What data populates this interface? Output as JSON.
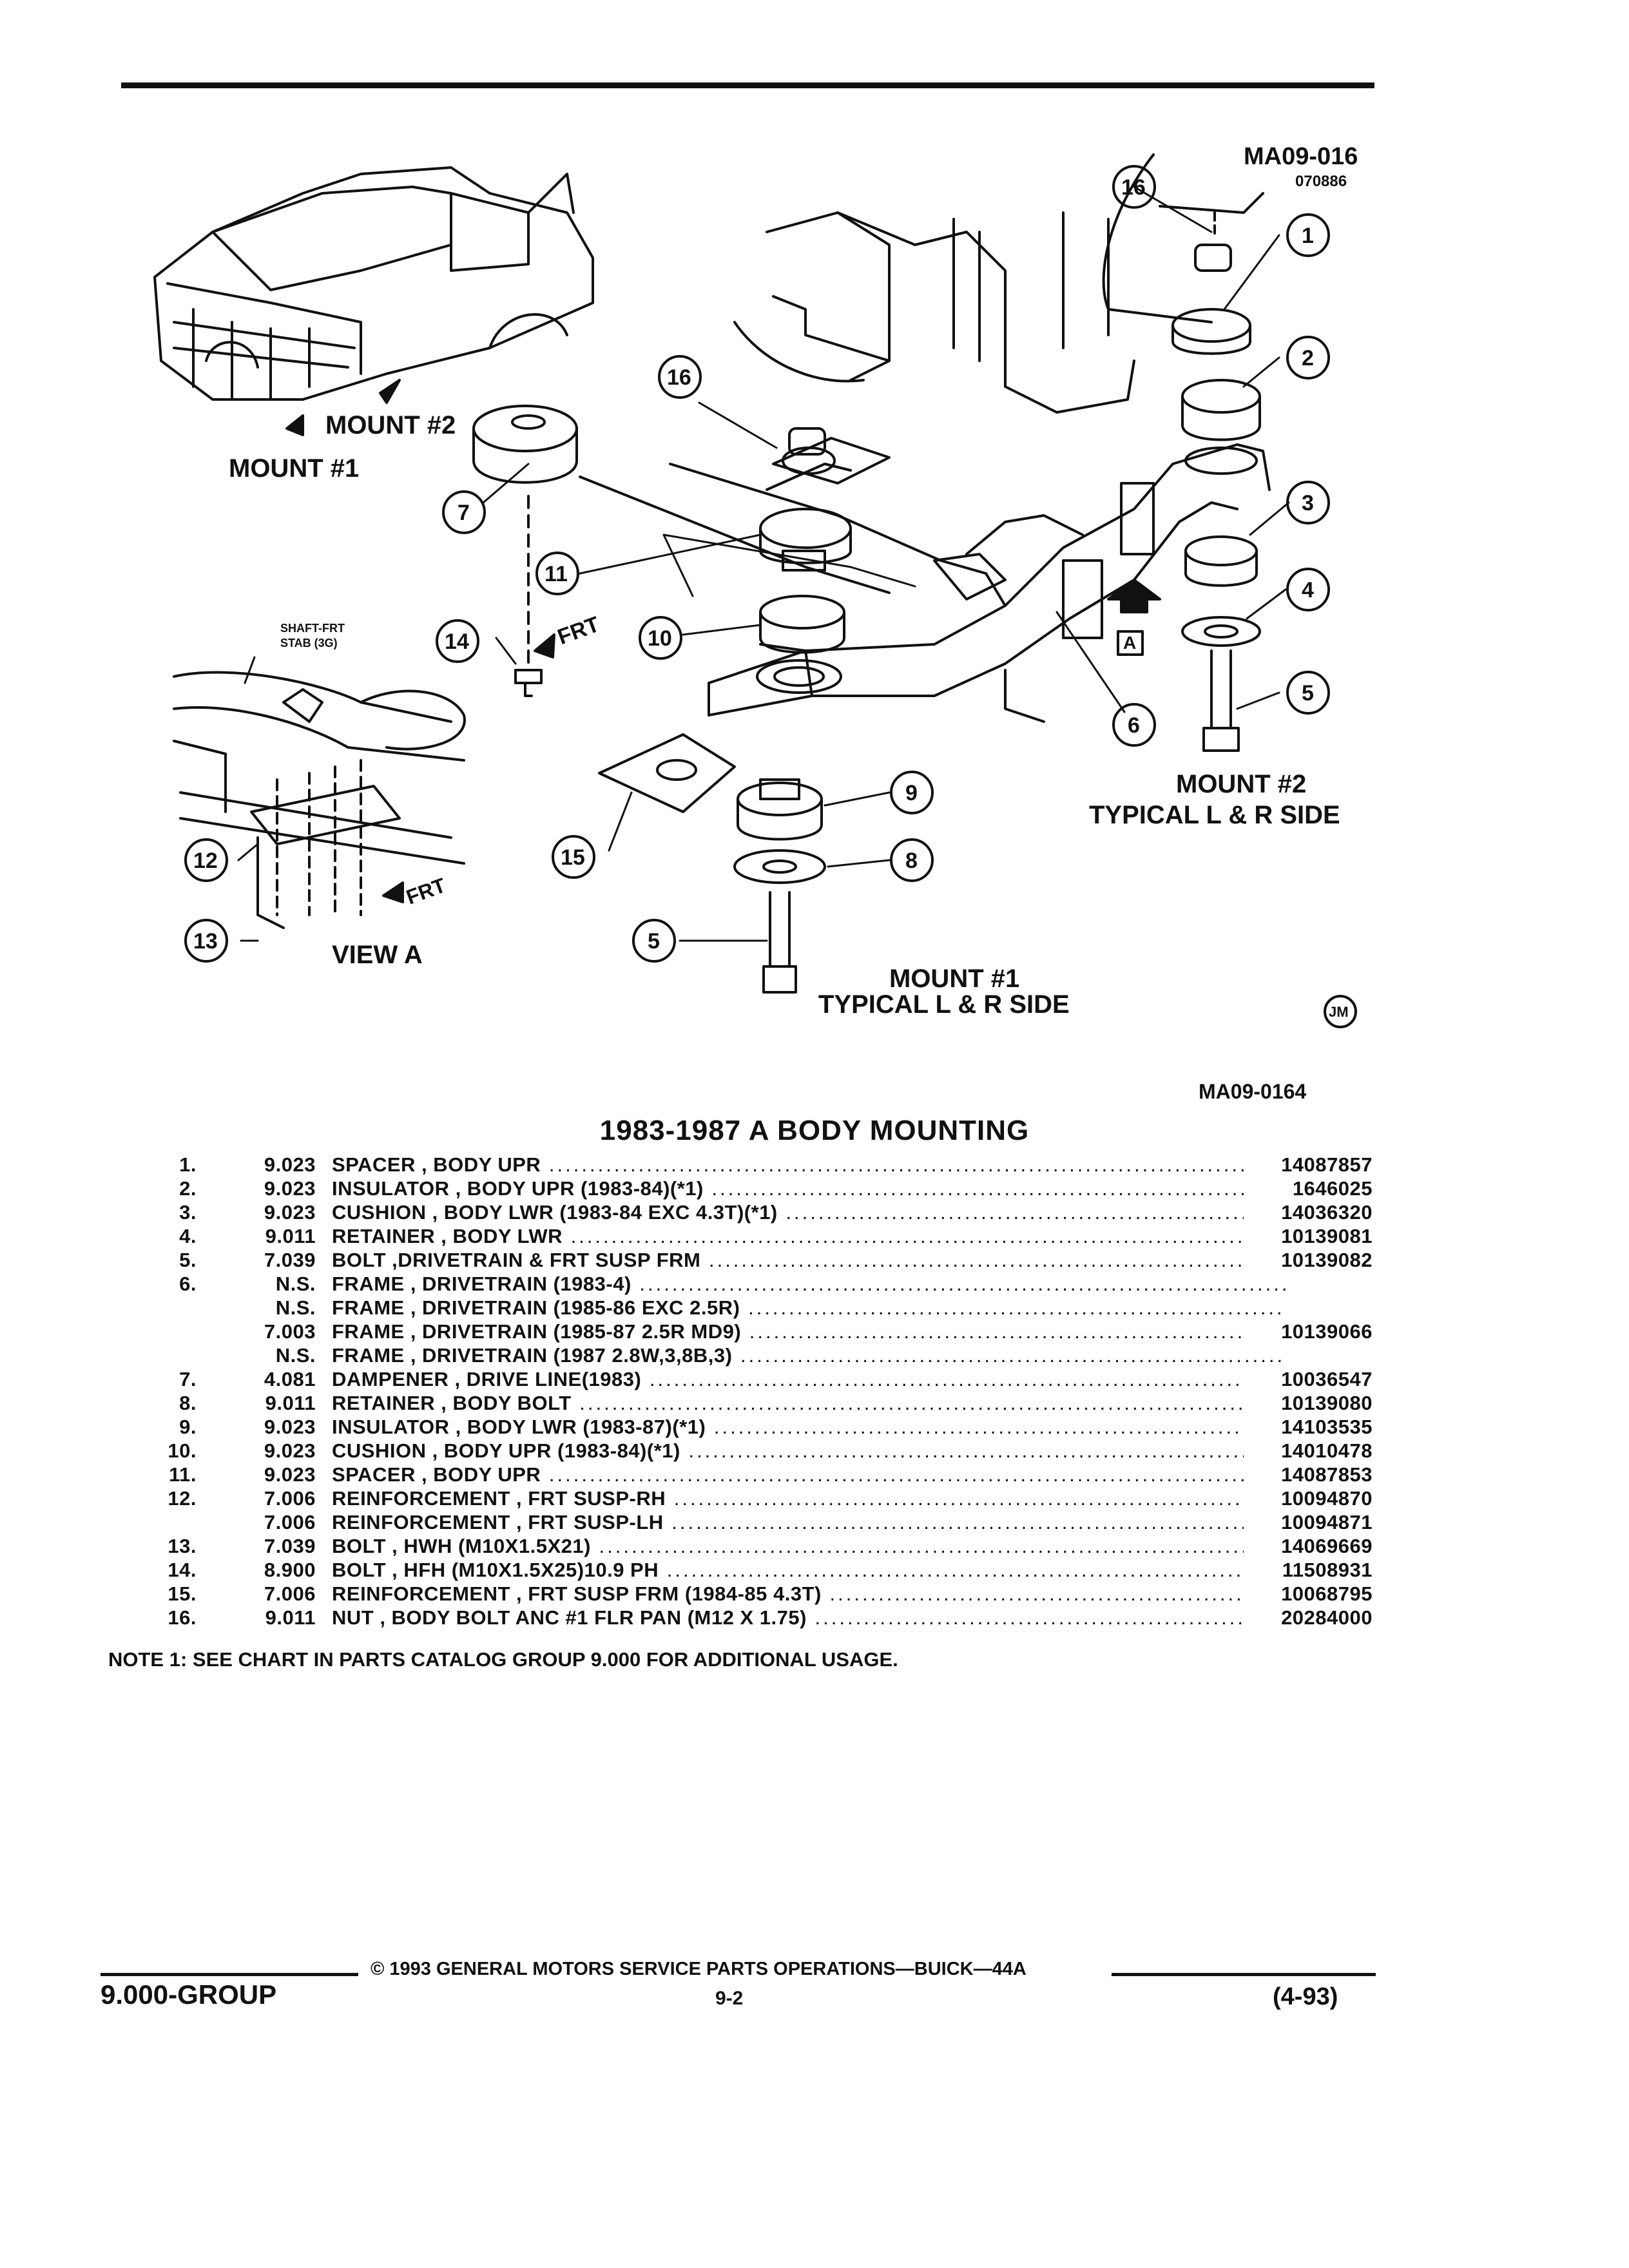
{
  "figure": {
    "ref_code": "MA09-016",
    "ref_date": "070886",
    "mount_2_label": "MOUNT #2",
    "mount_1_label": "MOUNT #1",
    "view_label": "VIEW A",
    "shaft_note_line1": "SHAFT-FRT",
    "shaft_note_line2": "STAB (3G)",
    "frt_label": "FRT",
    "view_marker": "A",
    "mount_2_caption_1": "MOUNT #2",
    "mount_2_caption_2": "TYPICAL  L & R SIDE",
    "mount_1_caption_1": "MOUNT #1",
    "mount_1_caption_2": "TYPICAL  L & R SIDE",
    "jm_mark": "JM",
    "bottom_code": "MA09-0164",
    "callouts": [
      "16",
      "1",
      "2",
      "16",
      "3",
      "7",
      "11",
      "4",
      "14",
      "10",
      "5",
      "6",
      "9",
      "12",
      "15",
      "8",
      "13",
      "5"
    ]
  },
  "parts_list": {
    "title": "1983-1987 A BODY MOUNTING",
    "rows": [
      {
        "num": "1.",
        "group": "9.023",
        "desc": "SPACER , BODY UPR",
        "part": "14087857"
      },
      {
        "num": "2.",
        "group": "9.023",
        "desc": "INSULATOR , BODY UPR (1983-84)(*1)",
        "part": "1646025"
      },
      {
        "num": "3.",
        "group": "9.023",
        "desc": "CUSHION , BODY LWR (1983-84 EXC 4.3T)(*1)",
        "part": "14036320"
      },
      {
        "num": "4.",
        "group": "9.011",
        "desc": "RETAINER , BODY LWR",
        "part": "10139081"
      },
      {
        "num": "5.",
        "group": "7.039",
        "desc": "BOLT ,DRIVETRAIN & FRT SUSP FRM",
        "part": "10139082"
      },
      {
        "num": "6.",
        "group": "N.S.",
        "desc": "FRAME , DRIVETRAIN (1983-4)",
        "part": ""
      },
      {
        "num": "",
        "group": "N.S.",
        "desc": "FRAME , DRIVETRAIN (1985-86 EXC 2.5R)",
        "part": ""
      },
      {
        "num": "",
        "group": "7.003",
        "desc": "FRAME , DRIVETRAIN (1985-87 2.5R MD9)",
        "part": "10139066"
      },
      {
        "num": "",
        "group": "N.S.",
        "desc": "FRAME , DRIVETRAIN (1987 2.8W,3,8B,3)",
        "part": ""
      },
      {
        "num": "7.",
        "group": "4.081",
        "desc": "DAMPENER , DRIVE LINE(1983)",
        "part": "10036547"
      },
      {
        "num": "8.",
        "group": "9.011",
        "desc": "RETAINER , BODY BOLT",
        "part": "10139080"
      },
      {
        "num": "9.",
        "group": "9.023",
        "desc": "INSULATOR , BODY LWR (1983-87)(*1)",
        "part": "14103535"
      },
      {
        "num": "10.",
        "group": "9.023",
        "desc": "CUSHION , BODY UPR (1983-84)(*1)",
        "part": "14010478"
      },
      {
        "num": "11.",
        "group": "9.023",
        "desc": "SPACER , BODY UPR",
        "part": "14087853"
      },
      {
        "num": "12.",
        "group": "7.006",
        "desc": "REINFORCEMENT , FRT SUSP-RH",
        "part": "10094870"
      },
      {
        "num": "",
        "group": "7.006",
        "desc": "REINFORCEMENT , FRT SUSP-LH",
        "part": "10094871"
      },
      {
        "num": "13.",
        "group": "7.039",
        "desc": "BOLT , HWH (M10X1.5X21)",
        "part": "14069669"
      },
      {
        "num": "14.",
        "group": "8.900",
        "desc": "BOLT , HFH (M10X1.5X25)10.9 PH",
        "part": "11508931"
      },
      {
        "num": "15.",
        "group": "7.006",
        "desc": "REINFORCEMENT , FRT SUSP FRM (1984-85 4.3T)",
        "part": "10068795"
      },
      {
        "num": "16.",
        "group": "9.011",
        "desc": "NUT , BODY BOLT ANC #1 FLR PAN (M12 X 1.75)",
        "part": "20284000"
      }
    ]
  },
  "note": "NOTE  1:  SEE CHART IN PARTS CATALOG GROUP 9.000 FOR ADDITIONAL USAGE.",
  "footer": {
    "group": "9.000-GROUP",
    "copyright": "©  1993  GENERAL MOTORS SERVICE PARTS OPERATIONS—BUICK—44A",
    "page": "9-2",
    "date": "(4-93)"
  }
}
